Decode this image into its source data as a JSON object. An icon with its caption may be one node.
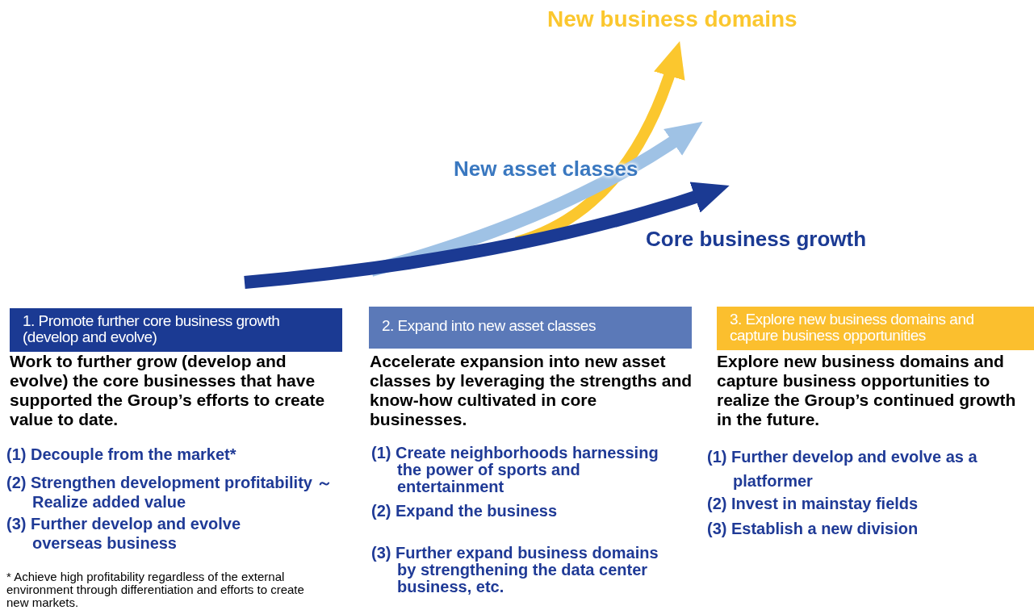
{
  "diagram": {
    "nodes": [
      {
        "text": [
          "1. Promote further core business growth (develop and evolve)"
        ]
      },
      {
        "text": [
          "2. Expand into new asset classes"
        ]
      },
      {
        "text": [
          "3. Explore new business domains and capture business opportunities"
        ]
      }
    ],
    "labels": [
      "New business domains",
      "New asset classes",
      "Core business growth",
      "Work to further grow (develop and evolve) the core businesses that have supported the Group’s efforts to create value to date.",
      "(1) Decouple from the market*",
      "(2) Strengthen development profitability ～Realize added value",
      "(3) Further develop and evolve overseas business",
      "* Achieve high profitability regardless of the external environment through differentiation and efforts to create new markets.",
      "Accelerate expansion into new asset classes by leveraging the strengths and know-how cultivated in core businesses.",
      "(1) Create neighborhoods harnessing the power of sports and entertainment",
      "(2) Expand the business",
      "(3) Further expand business domains by strengthening the data center business, etc.",
      "Explore new business domains and capture business opportunities to realize the Group’s continued growth in the future.",
      "(1) Further develop and evolve as a platformer",
      "(2) Invest in mainstay fields",
      "(3) Establish a new division"
    ]
  }
}
